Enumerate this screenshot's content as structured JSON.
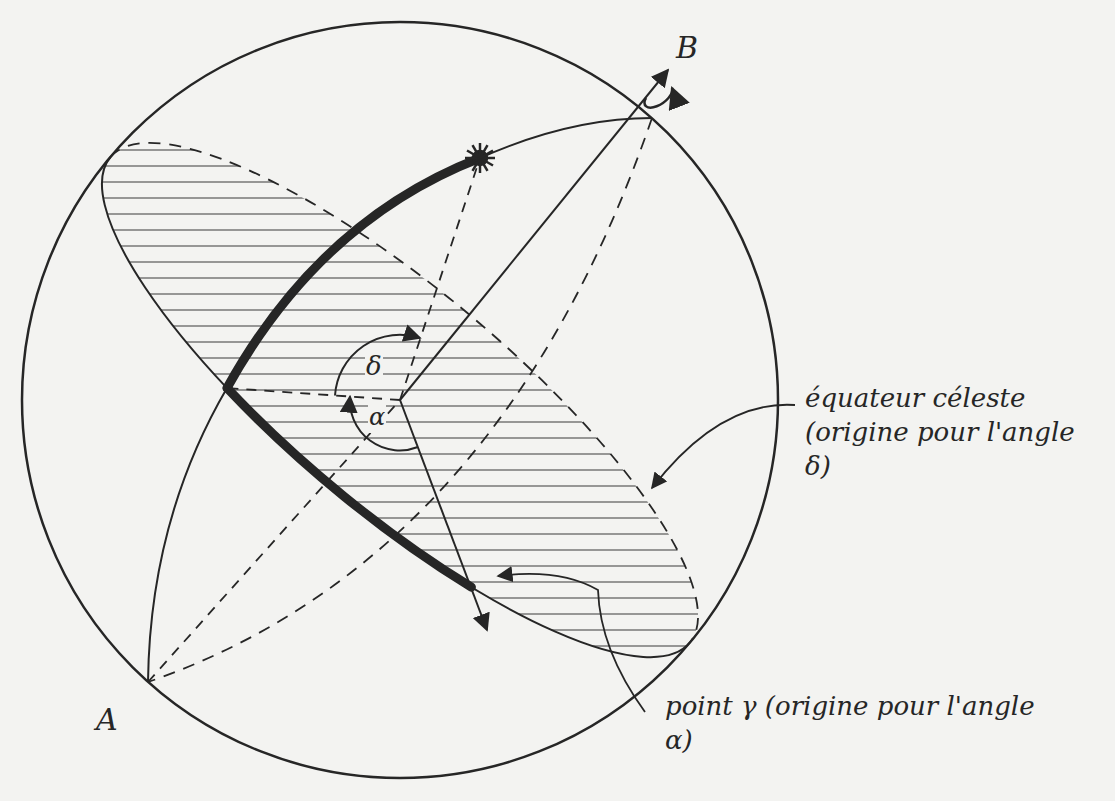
{
  "diagram": {
    "labels": [
      "B",
      "δ",
      "α",
      "équateur céleste (origine pour l'angle δ)",
      "point γ (origine pour l'angle α)",
      "A"
    ]
  }
}
